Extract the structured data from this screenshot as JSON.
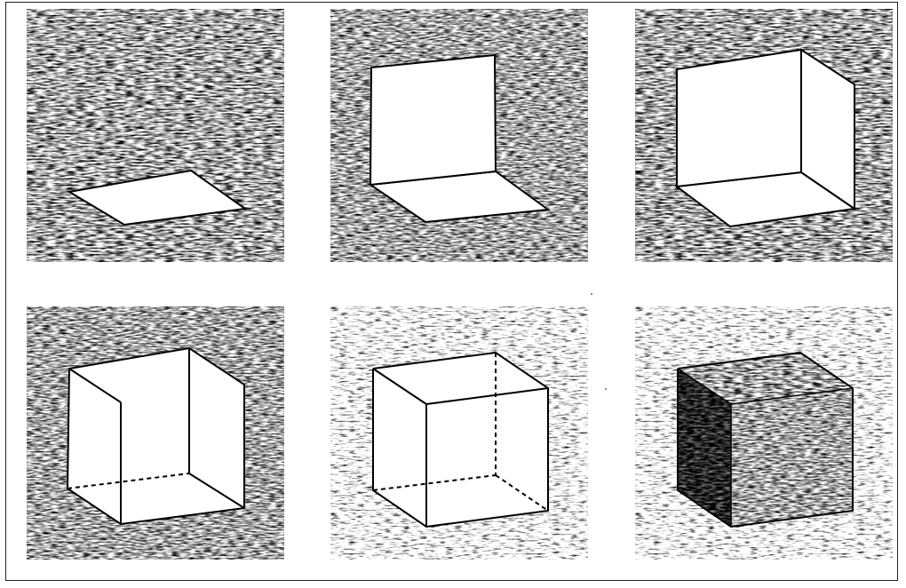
{
  "figure": {
    "description_hidden": "",
    "colors": {
      "background": "#ffffff",
      "frame": "#222222",
      "texture_dark": "#1a1a1a",
      "face_fill": "#ffffff",
      "edge": "#000000"
    },
    "panels": [
      {
        "id": "p1",
        "stage": "base-plane"
      },
      {
        "id": "p2",
        "stage": "base-plus-back-wall"
      },
      {
        "id": "p3",
        "stage": "three-walls"
      },
      {
        "id": "p4",
        "stage": "open-box-with-hidden-edge"
      },
      {
        "id": "p5",
        "stage": "transparent-cube"
      },
      {
        "id": "p6",
        "stage": "textured-cube"
      }
    ]
  }
}
